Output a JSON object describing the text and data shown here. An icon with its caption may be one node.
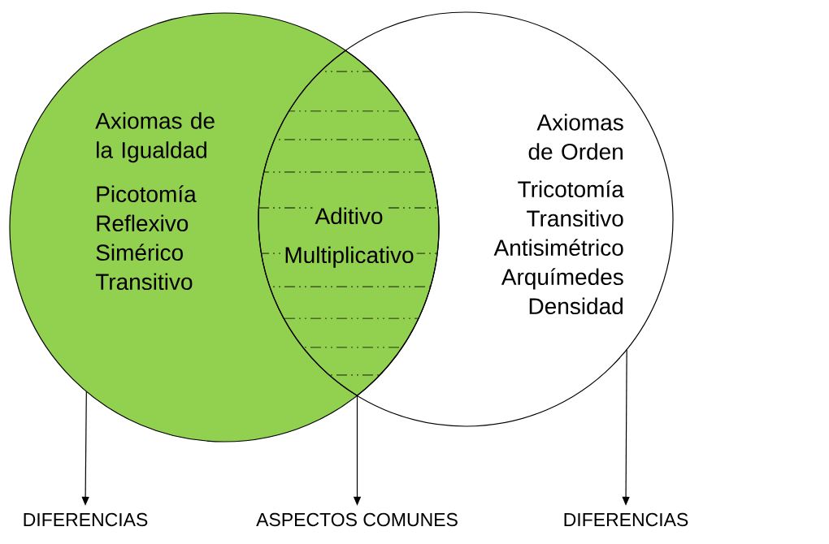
{
  "diagram": {
    "nodes": [
      {
        "text": [
          "Axiomas de la Igualdad",
          "Picotomía Reflexivo Simérico Transitivo"
        ]
      },
      {
        "text": [
          "Axiomas de Orden",
          "Tricotomía Transitivo Antisimétrico Arquímedes Densidad"
        ]
      },
      {
        "text": [
          "Aditivo",
          "Multiplicativo"
        ]
      },
      {
        "text": [
          "DIFERENCIAS"
        ]
      },
      {
        "text": [
          "ASPECTOS COMUNES"
        ]
      },
      {
        "text": [
          "DIFERENCIAS"
        ]
      }
    ],
    "edges": [
      {
        "from": 0,
        "to": 3,
        "arrow": "to"
      },
      {
        "from": 2,
        "to": 4,
        "arrow": "to"
      },
      {
        "from": 1,
        "to": 5,
        "arrow": "to"
      }
    ]
  }
}
